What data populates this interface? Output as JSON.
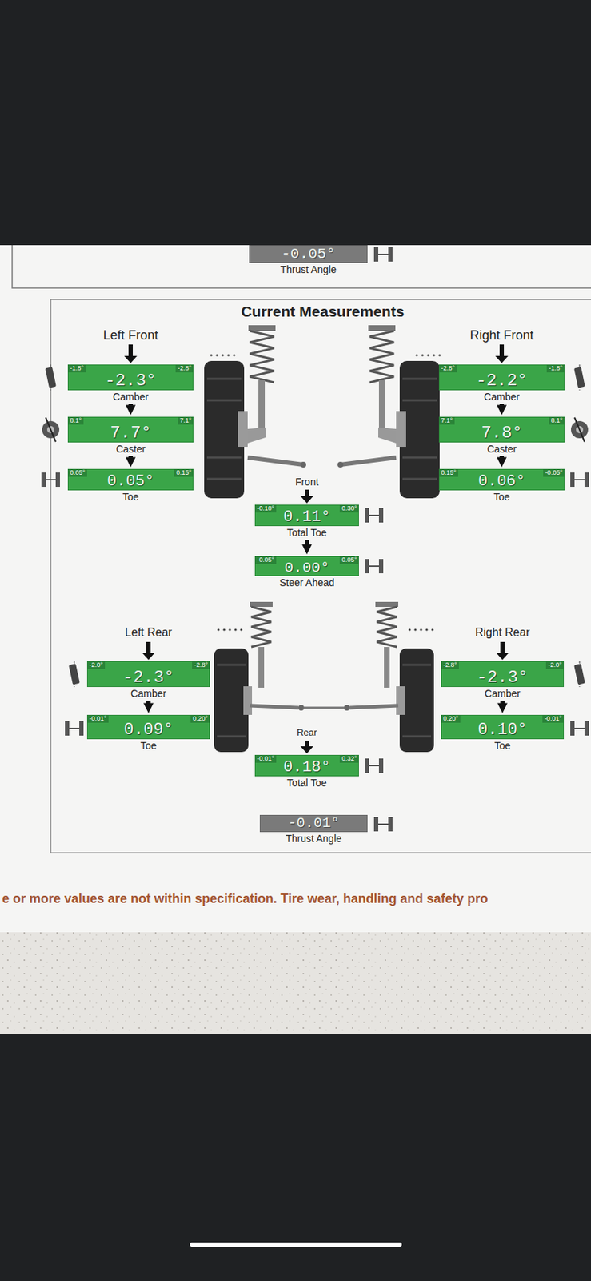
{
  "diagram": {
    "title": "Current Measurements",
    "nodes": [
      {
        "text": [
          "-0.05°",
          "Thrust Angle"
        ]
      },
      {
        "text": [
          "-1.8°",
          "-2.8°",
          "-2.3°",
          "Camber"
        ]
      },
      {
        "text": [
          "8.1°",
          "7.1°",
          "7.7°",
          "Caster"
        ]
      },
      {
        "text": [
          "0.05°",
          "0.15°",
          "0.05°",
          "Toe"
        ]
      },
      {
        "text": [
          "-2.8°",
          "-1.8°",
          "-2.2°",
          "Camber"
        ]
      },
      {
        "text": [
          "7.1°",
          "8.1°",
          "7.8°",
          "Caster"
        ]
      },
      {
        "text": [
          "0.15°",
          "-0.05°",
          "0.06°",
          "Toe"
        ]
      },
      {
        "text": [
          "-0.10°",
          "0.30°",
          "0.11°",
          "Total Toe"
        ]
      },
      {
        "text": [
          "-0.05°",
          "0.05°",
          "0.00°",
          "Steer Ahead"
        ]
      },
      {
        "text": [
          "-2.0°",
          "-2.8°",
          "-2.3°",
          "Camber"
        ]
      },
      {
        "text": [
          "-0.01°",
          "0.20°",
          "0.09°",
          "Toe"
        ]
      },
      {
        "text": [
          "-2.8°",
          "-2.0°",
          "-2.3°",
          "Camber"
        ]
      },
      {
        "text": [
          "0.20°",
          "-0.01°",
          "0.10°",
          "Toe"
        ]
      },
      {
        "text": [
          "-0.01°",
          "0.32°",
          "0.18°",
          "Total Toe"
        ]
      },
      {
        "text": [
          "-0.01°",
          "Thrust Angle"
        ]
      }
    ],
    "edges": [
      {
        "from": 1,
        "to": 2,
        "arrow": "to"
      },
      {
        "from": 2,
        "to": 3,
        "arrow": "to"
      },
      {
        "from": 4,
        "to": 5,
        "arrow": "to"
      },
      {
        "from": 5,
        "to": 6,
        "arrow": "to"
      },
      {
        "from": 7,
        "to": 8,
        "arrow": "to"
      },
      {
        "from": 9,
        "to": 10,
        "arrow": "to"
      },
      {
        "from": 11,
        "to": 12,
        "arrow": "to"
      }
    ],
    "labels": [
      "Left Front",
      "Right Front",
      "Front",
      "Left Rear",
      "Right Rear",
      "Rear",
      "e or more values are not within specification. Tire wear, handling and safety pro"
    ]
  }
}
